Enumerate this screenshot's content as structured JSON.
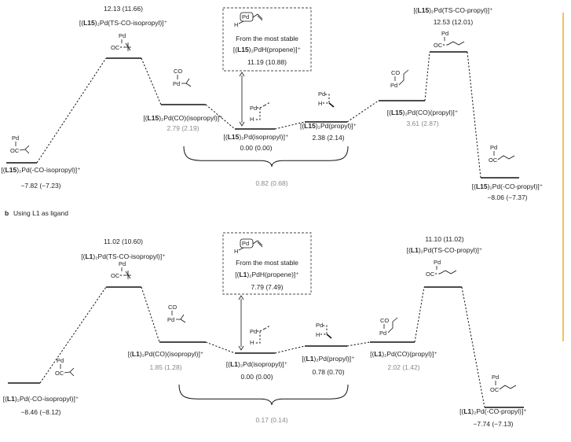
{
  "panel_b_title": {
    "letter": "b",
    "text": "Using L1 as ligand"
  },
  "panels": [
    {
      "id": "panel-a",
      "ligand": "L15",
      "box": {
        "line1": "From the most stable",
        "prefix": "[(",
        "lig": "L15",
        "suffix": ")₂PdH(propene)]⁺",
        "energy": "11.19 (10.88)"
      },
      "brace_label": "0.82 (0.68)",
      "states": [
        {
          "id": "co-isopropyl",
          "prefix": "[(",
          "lig": "L15",
          "suffix": ")₂Pd(-CO-isopropyl)]⁺",
          "energy": "−7.82 (−7.23)",
          "grey": false,
          "pos": "below"
        },
        {
          "id": "ts-co-isopropyl",
          "prefix": "[(",
          "lig": "L15",
          "suffix": ")₂Pd(TS-CO-isopropyl)]⁺",
          "energy": "12.13 (11.66)",
          "grey": false,
          "pos": "above",
          "energy_first": true
        },
        {
          "id": "pd-co-isopropyl",
          "prefix": "[(",
          "lig": "L15",
          "suffix": ")₂Pd(CO)(isopropyl)]⁺",
          "energy": "2.79 (2.19)",
          "grey": true,
          "pos": "below"
        },
        {
          "id": "pd-isopropyl",
          "prefix": "[(",
          "lig": "L15",
          "suffix": ")₂Pd(isopropyl)]⁺",
          "energy": "0.00 (0.00)",
          "grey": false,
          "pos": "below"
        },
        {
          "id": "pd-propyl",
          "prefix": "[(",
          "lig": "L15",
          "suffix": ")₂Pd(propyl)]⁺",
          "energy": "2.38 (2.14)",
          "grey": false,
          "pos": "below"
        },
        {
          "id": "pd-co-propyl",
          "prefix": "[(",
          "lig": "L15",
          "suffix": ")₂Pd(CO)(propyl)]⁺",
          "energy": "3.61 (2.87)",
          "grey": true,
          "pos": "below"
        },
        {
          "id": "ts-co-propyl",
          "prefix": "[(",
          "lig": "L15",
          "suffix": ")₂Pd(TS-CO-propyl)]⁺",
          "energy": "12.53 (12.01)",
          "grey": false,
          "pos": "above",
          "energy_first": true
        },
        {
          "id": "co-propyl",
          "prefix": "[(",
          "lig": "L15",
          "suffix": ")₂Pd(-CO-propyl)]⁺",
          "energy": "−8.06 (−7.37)",
          "grey": false,
          "pos": "below"
        }
      ]
    },
    {
      "id": "panel-b",
      "ligand": "L1",
      "box": {
        "line1": "From the most stable",
        "prefix": "[(",
        "lig": "L1",
        "suffix": ")₂PdH(propene)]⁺",
        "energy": "7.79 (7.49)"
      },
      "brace_label": "0.17 (0.14)",
      "states": [
        {
          "id": "co-isopropyl",
          "prefix": "[(",
          "lig": "L1",
          "suffix": ")₂Pd(-CO-isopropyl)]⁺",
          "energy": "−8.46 (−8.12)",
          "grey": false,
          "pos": "below"
        },
        {
          "id": "ts-co-isopropyl",
          "prefix": "[(",
          "lig": "L1",
          "suffix": ")₂Pd(TS-CO-isopropyl)]⁺",
          "energy": "11.02 (10.60)",
          "grey": false,
          "pos": "above",
          "energy_first": true
        },
        {
          "id": "pd-co-isopropyl",
          "prefix": "[(",
          "lig": "L1",
          "suffix": ")₂Pd(CO)(isopropyl)]⁺",
          "energy": "1.85 (1.28)",
          "grey": true,
          "pos": "below"
        },
        {
          "id": "pd-isopropyl",
          "prefix": "[(",
          "lig": "L1",
          "suffix": ")₂Pd(isopropyl)]⁺",
          "energy": "0.00 (0.00)",
          "grey": false,
          "pos": "below"
        },
        {
          "id": "pd-propyl",
          "prefix": "[(",
          "lig": "L1",
          "suffix": ")₂Pd(propyl)]⁺",
          "energy": "0.78 (0.70)",
          "grey": false,
          "pos": "below"
        },
        {
          "id": "pd-co-propyl",
          "prefix": "[(",
          "lig": "L1",
          "suffix": ")₂Pd(CO)(propyl)]⁺",
          "energy": "2.02 (1.42)",
          "grey": true,
          "pos": "below"
        },
        {
          "id": "ts-co-propyl",
          "prefix": "[(",
          "lig": "L1",
          "suffix": ")₂Pd(TS-CO-propyl)]⁺",
          "energy": "11.10 (11.02)",
          "grey": false,
          "pos": "above",
          "energy_first": true
        },
        {
          "id": "co-propyl",
          "prefix": "[(",
          "lig": "L1",
          "suffix": ")₂Pd(-CO-propyl)]⁺",
          "energy": "−7.74 (−7.13)",
          "grey": false,
          "pos": "below"
        }
      ]
    }
  ],
  "chem": {
    "pd": "Pd",
    "co": "CO",
    "oc": "OC",
    "h": "H"
  },
  "colors": {
    "ink": "#111111",
    "grey_text": "#8a8a8a",
    "side_bar": "#f2c15a"
  }
}
